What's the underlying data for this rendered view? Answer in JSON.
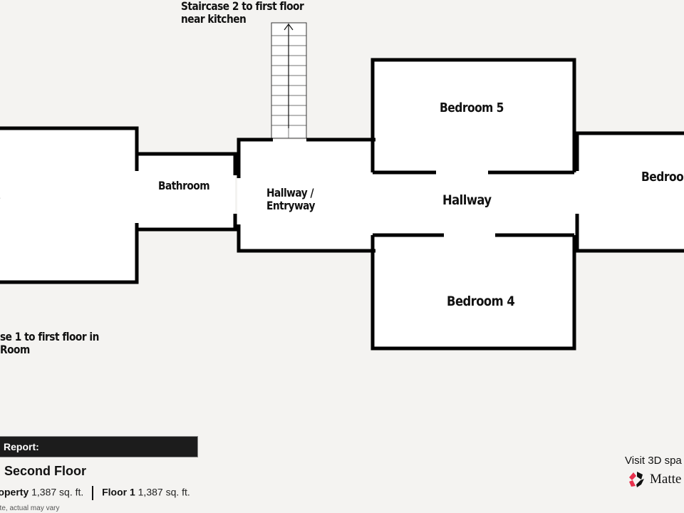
{
  "rooms": {
    "left_room_partial": "r",
    "bathroom": "Bathroom",
    "hallway_entryway": "Hallway / Entryway",
    "hallway": "Hallway",
    "bedroom5": "Bedroom 5",
    "bedroom4": "Bedroom 4",
    "bedroom_right": "Bedroo"
  },
  "annotations": {
    "staircase2": [
      "Staircase 2 to first floor",
      "near kitchen"
    ],
    "staircase1": [
      "se 1 to first floor in",
      "Room"
    ]
  },
  "report": {
    "bar_label": "Report:",
    "floor_title": "Second Floor",
    "property_label": "roperty",
    "property_area": "1,387 sq. ft.",
    "floor_label": "Floor 1",
    "floor_area": "1,387 sq. ft.",
    "disclaimer": "ate, actual may vary"
  },
  "branding": {
    "visit_text": "Visit 3D spa",
    "brand_name": "Matte",
    "logo_colors": [
      "#e8314d",
      "#111111"
    ]
  }
}
